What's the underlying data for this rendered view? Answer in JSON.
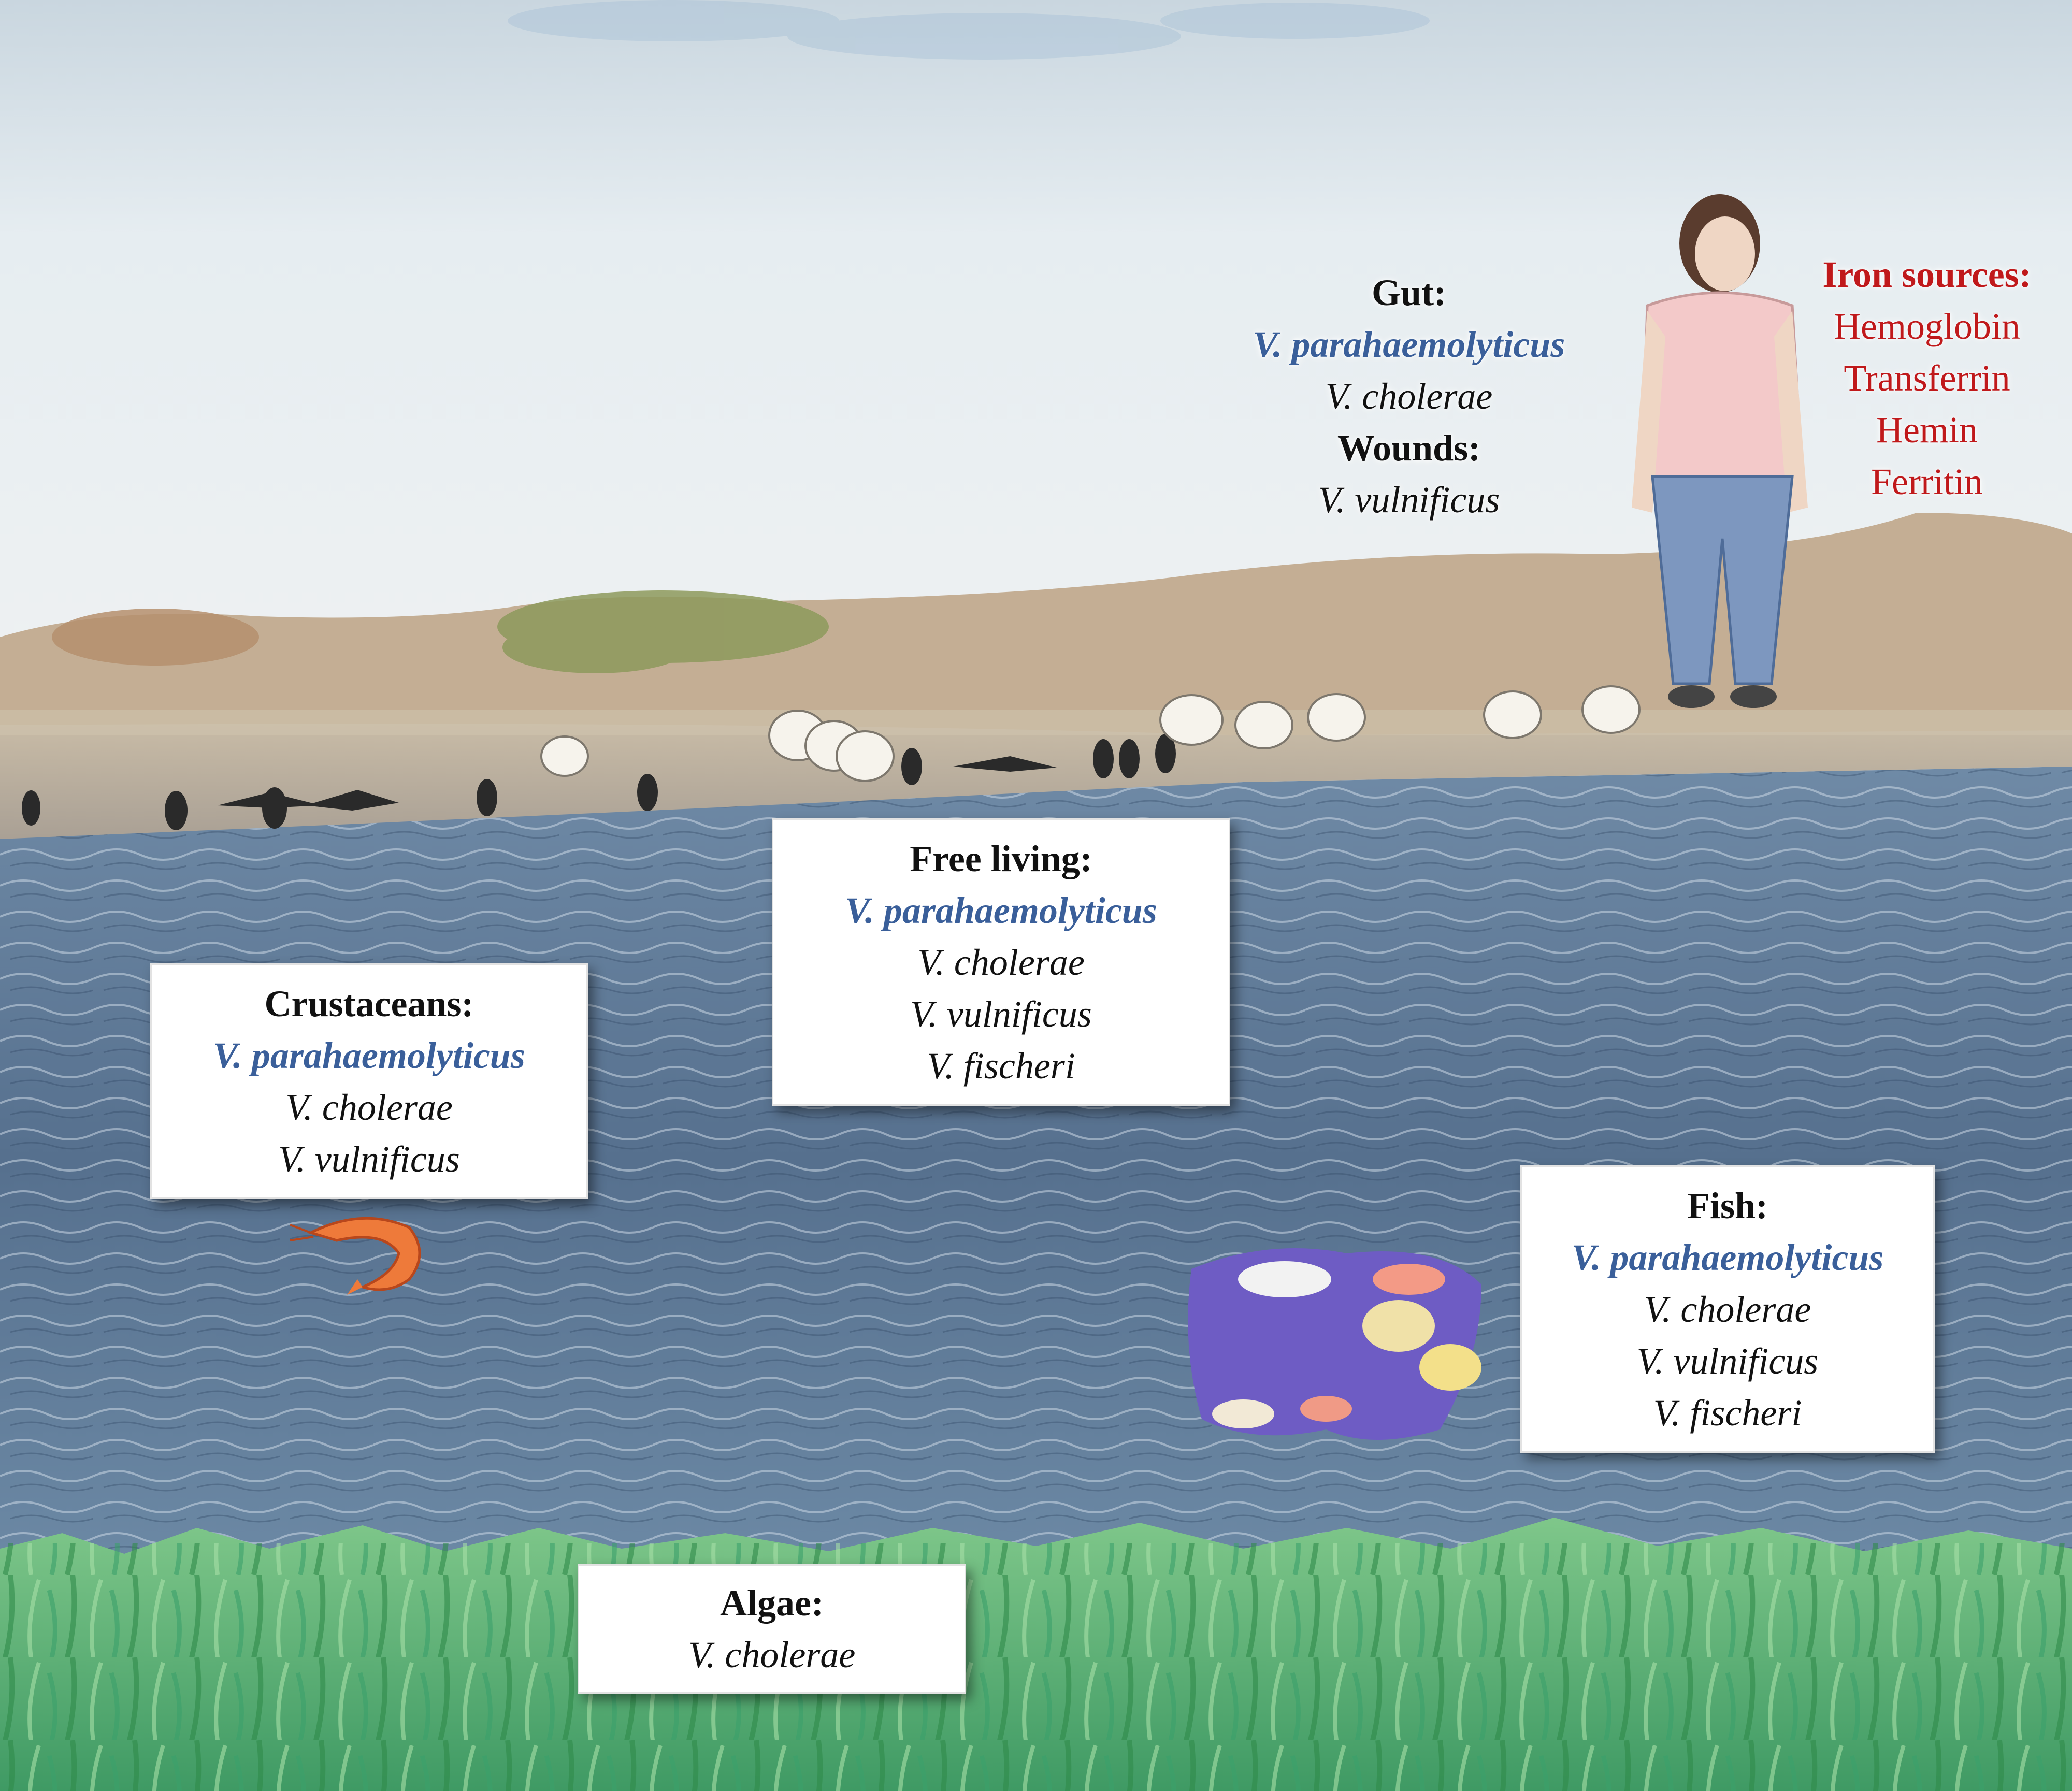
{
  "colors": {
    "sky": "#dde6ec",
    "sand": "#c9b59a",
    "water": "#5d7896",
    "algae": "#4ea65a",
    "species_highlight": "#3a5f9a",
    "iron_text": "#c0191b"
  },
  "illustrations": {
    "human": "person-illustration",
    "birds": "pelican-and-cormorant-illustration",
    "shrimp": "shrimp-icon",
    "fish": "fish-school-illustration",
    "algae": "seagrass-illustration"
  },
  "gut_wounds": {
    "gut_heading": "Gut:",
    "gut_species": [
      "V. parahaemolyticus",
      "V. cholerae"
    ],
    "wounds_heading": "Wounds:",
    "wounds_species": "V. vulnificus"
  },
  "iron": {
    "heading": "Iron sources:",
    "items": [
      "Hemoglobin",
      "Transferrin",
      "Hemin",
      "Ferritin"
    ]
  },
  "free_living": {
    "heading": "Free living:",
    "species": [
      "V. parahaemolyticus",
      "V. cholerae",
      "V. vulnificus",
      "V. fischeri"
    ]
  },
  "crustaceans": {
    "heading": "Crustaceans:",
    "species": [
      "V. parahaemolyticus",
      "V. cholerae",
      "V. vulnificus"
    ]
  },
  "fish": {
    "heading": "Fish:",
    "species": [
      "V. parahaemolyticus",
      "V. cholerae",
      "V. vulnificus",
      "V. fischeri"
    ]
  },
  "algae": {
    "heading": "Algae:",
    "species": [
      "V. cholerae"
    ]
  }
}
